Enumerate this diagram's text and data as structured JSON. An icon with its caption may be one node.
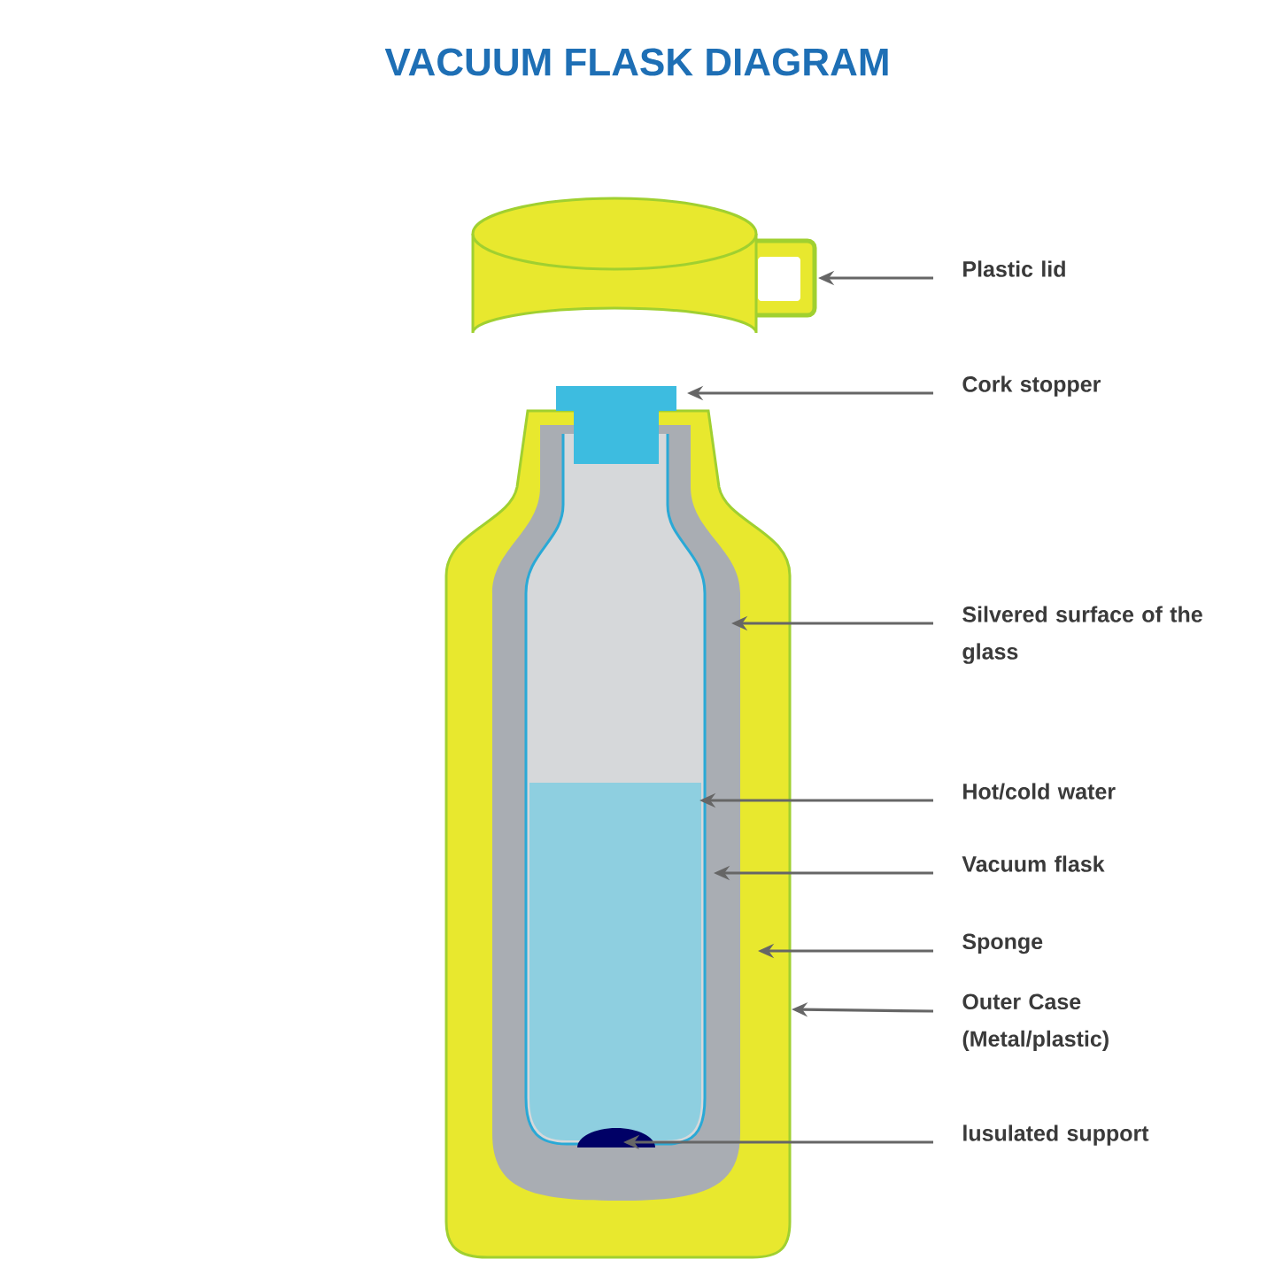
{
  "diagram": {
    "title": "VACUUM FLASK DIAGRAM",
    "nodes": [
      {
        "text": [
          "Plastic lid"
        ]
      },
      {
        "text": [
          "Cork stopper"
        ]
      },
      {
        "text": [
          "Silvered surface of the glass"
        ]
      },
      {
        "text": [
          "Hot/cold water"
        ]
      },
      {
        "text": [
          "Vacuum flask"
        ]
      },
      {
        "text": [
          "Sponge"
        ]
      },
      {
        "text": [
          "Outer Case (Metal/plastic)"
        ]
      },
      {
        "text": [
          "lusulated support"
        ]
      }
    ],
    "edges": [
      {
        "from": 0,
        "to": null,
        "arrow": "to"
      },
      {
        "from": 1,
        "to": null,
        "arrow": "to"
      },
      {
        "from": 2,
        "to": null,
        "arrow": "to"
      },
      {
        "from": 3,
        "to": null,
        "arrow": "to"
      },
      {
        "from": 4,
        "to": null,
        "arrow": "to"
      },
      {
        "from": 5,
        "to": null,
        "arrow": "to"
      },
      {
        "from": 6,
        "to": null,
        "arrow": "to"
      },
      {
        "from": 7,
        "to": null,
        "arrow": "to"
      }
    ]
  }
}
